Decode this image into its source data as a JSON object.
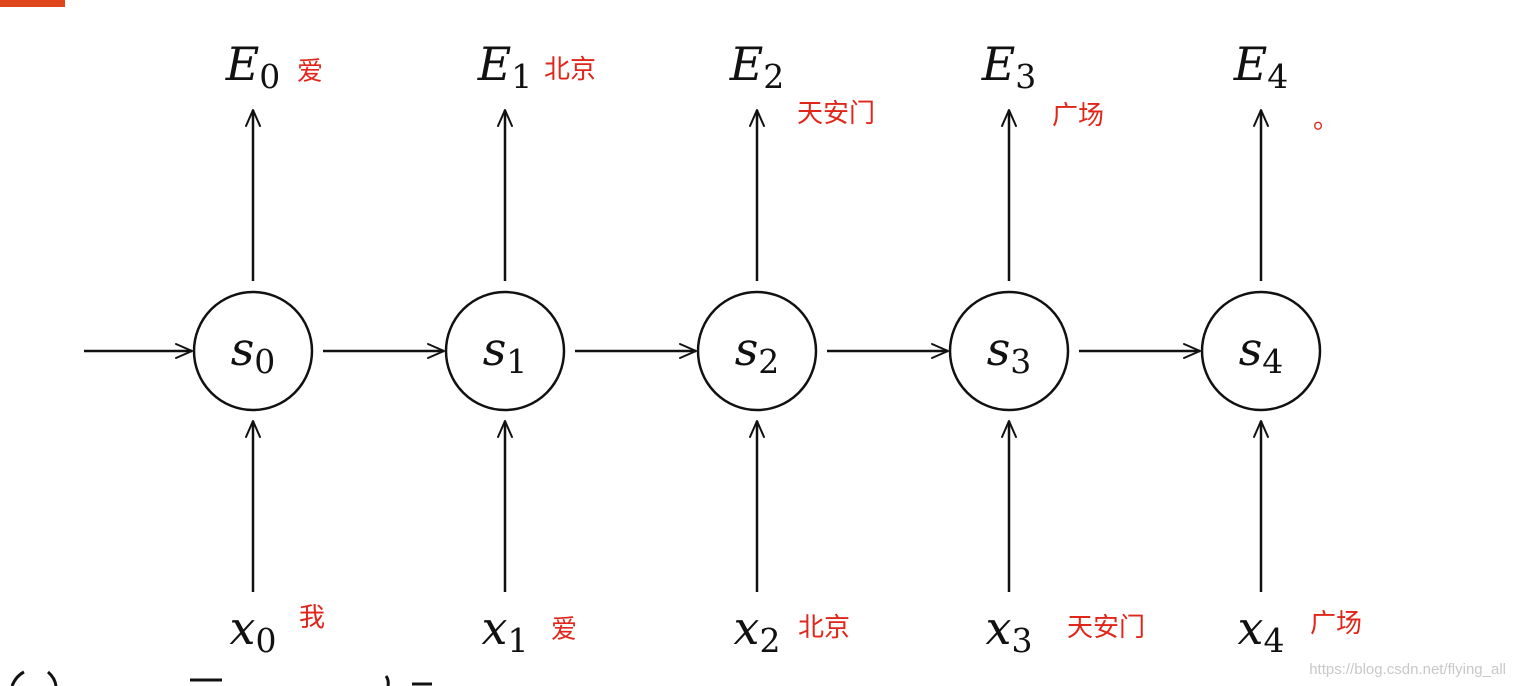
{
  "accent_color": "#e0261b",
  "line_color": "#111111",
  "steps": [
    {
      "output": {
        "letter": "E",
        "sub": "0"
      },
      "output_annotation": "爱",
      "state": {
        "letter": "s",
        "sub": "0"
      },
      "input": {
        "letter": "x",
        "sub": "0"
      },
      "input_annotation": "我"
    },
    {
      "output": {
        "letter": "E",
        "sub": "1"
      },
      "output_annotation": "北京",
      "state": {
        "letter": "s",
        "sub": "1"
      },
      "input": {
        "letter": "x",
        "sub": "1"
      },
      "input_annotation": "爱"
    },
    {
      "output": {
        "letter": "E",
        "sub": "2"
      },
      "output_annotation": "天安门",
      "state": {
        "letter": "s",
        "sub": "2"
      },
      "input": {
        "letter": "x",
        "sub": "2"
      },
      "input_annotation": "北京"
    },
    {
      "output": {
        "letter": "E",
        "sub": "3"
      },
      "output_annotation": "广场",
      "state": {
        "letter": "s",
        "sub": "3"
      },
      "input": {
        "letter": "x",
        "sub": "3"
      },
      "input_annotation": "天安门"
    },
    {
      "output": {
        "letter": "E",
        "sub": "4"
      },
      "output_annotation": "。",
      "state": {
        "letter": "s",
        "sub": "4"
      },
      "input": {
        "letter": "x",
        "sub": "4"
      },
      "input_annotation": "广场"
    }
  ],
  "watermark": "https://blog.csdn.net/flying_all"
}
